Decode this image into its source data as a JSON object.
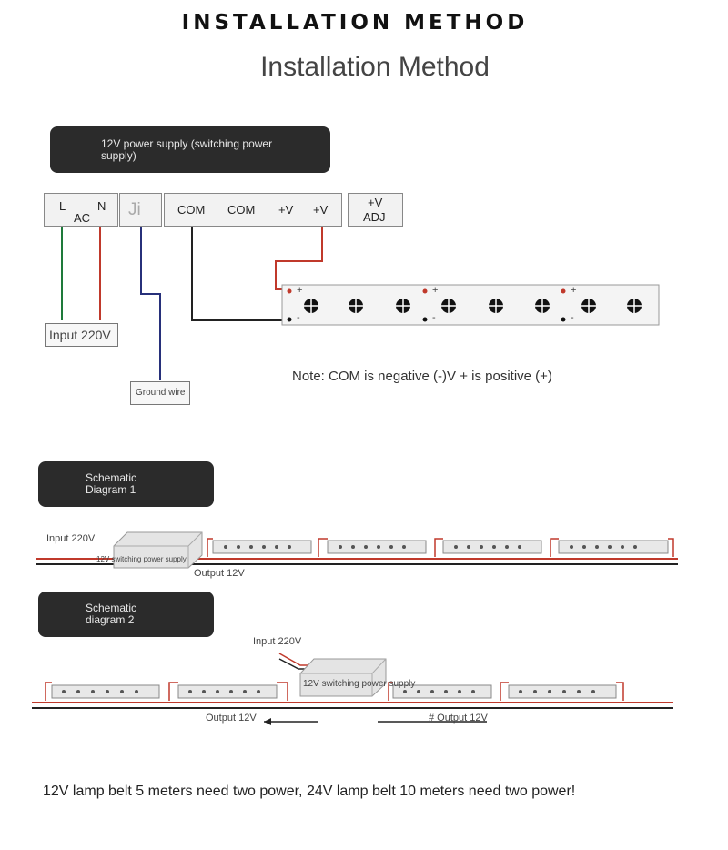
{
  "heading": "INSTALLATION METHOD",
  "subheading": "Installation Method",
  "supply_box": "12V power supply (switching power supply)",
  "terminals": {
    "l": "L",
    "ac": "AC",
    "n": "N",
    "ji": "Ji",
    "com1": "COM",
    "com2": "COM",
    "v1": "+V",
    "v2": "+V",
    "adj_top": "+V",
    "adj_bottom": "ADJ"
  },
  "input_label": "Input 220V",
  "ground_label": "Ground wire",
  "strip_plus": "+",
  "strip_minus": "-",
  "note": "Note: COM is negative (-)V + is positive (+)",
  "schematic1": {
    "title": "Schematic Diagram 1",
    "input": "Input 220V",
    "psu": "12V switching power supply",
    "output": "Output 12V"
  },
  "schematic2": {
    "title": "Schematic diagram 2",
    "input": "Input 220V",
    "psu": "12V switching power supply",
    "output_left": "Output 12V",
    "output_right": "# Output 12V"
  },
  "footer": "12V lamp belt 5 meters need two power, 24V lamp belt 10 meters need two power!",
  "colors": {
    "wire_red": "#c0392b",
    "wire_green": "#1e7a3a",
    "wire_blue": "#27307a",
    "wire_black": "#222222"
  }
}
